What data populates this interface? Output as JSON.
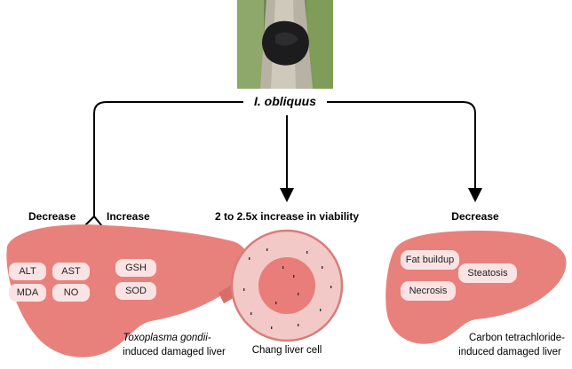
{
  "center_label": "I. obliquus",
  "left": {
    "decrease_label": "Decrease",
    "increase_label": "Increase",
    "decrease_markers": [
      "ALT",
      "AST",
      "MDA",
      "NO"
    ],
    "increase_markers": [
      "GSH",
      "SOD"
    ],
    "caption_line1": "Toxoplasma gondii-",
    "caption_line2": "induced damaged liver"
  },
  "middle": {
    "header": "2 to 2.5x increase in viability",
    "caption": "Chang liver cell"
  },
  "right": {
    "header": "Decrease",
    "markers": [
      "Fat buildup",
      "Steatosis",
      "Necrosis"
    ],
    "caption_line1": "Carbon tetrachloride-",
    "caption_line2": "induced damaged liver"
  },
  "colors": {
    "liver": "#e8817c",
    "liver_edge": "#d46a66",
    "cell_outer": "#f2c9c6",
    "cell_nucleus": "#e97d79",
    "pill": "#fce3e3",
    "arrow": "#000000"
  }
}
